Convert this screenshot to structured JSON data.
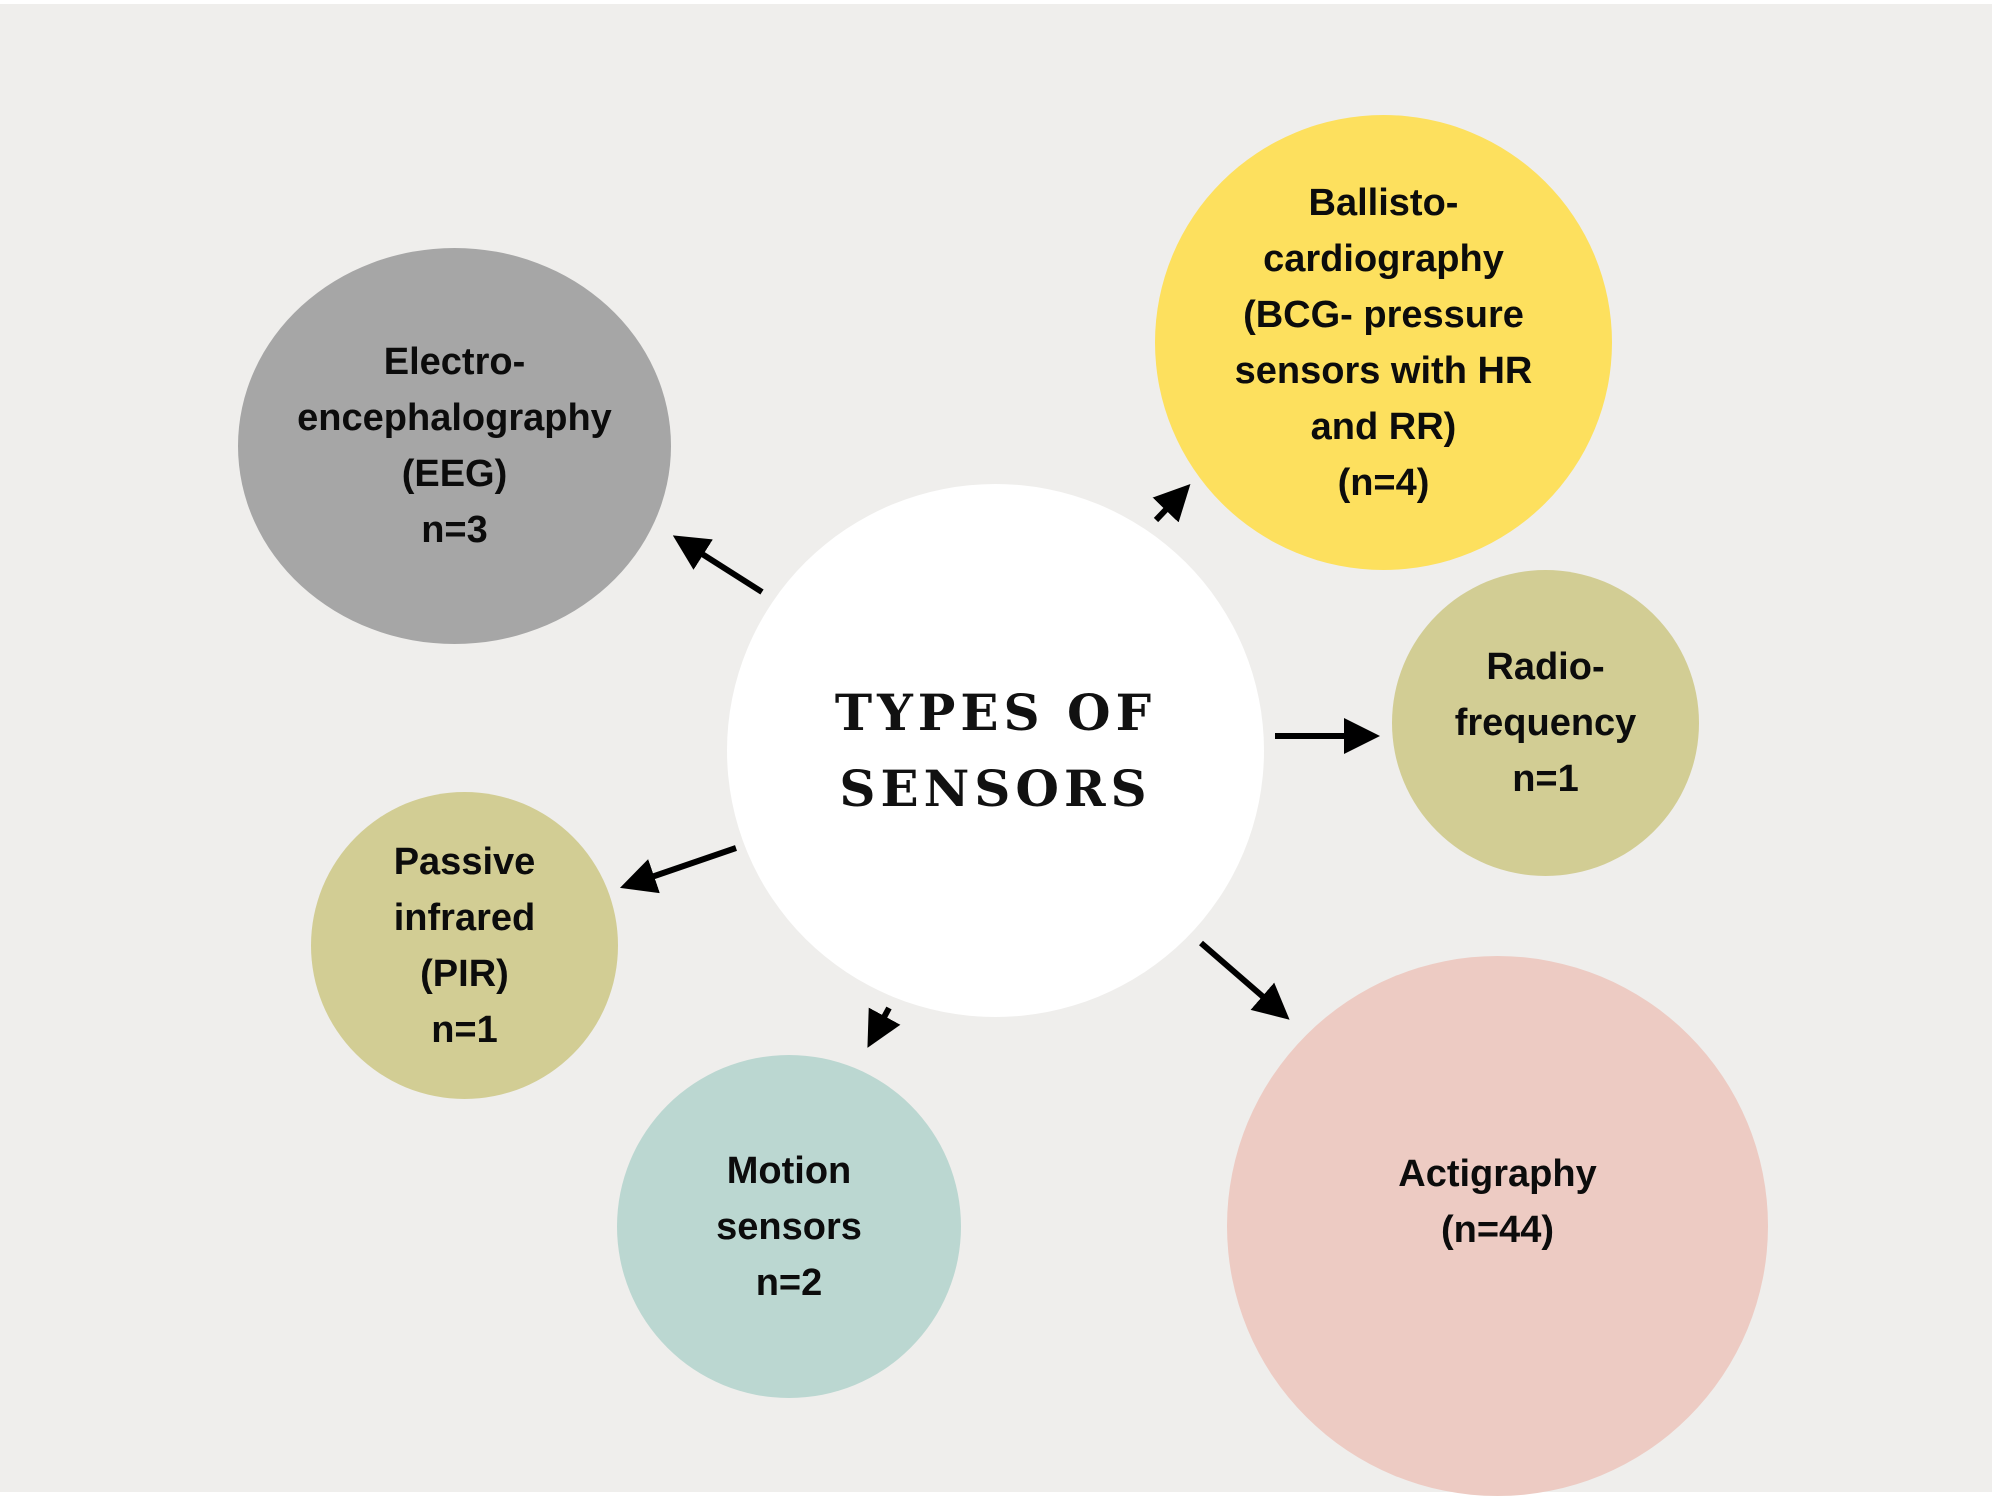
{
  "center": {
    "title": "TYPES OF\nSENSORS",
    "color": "#ffffff"
  },
  "sensors": [
    {
      "id": "eeg",
      "label": "Electro-\nencephalography\n(EEG)\nn=3",
      "count": 3,
      "color": "#a6a6a6"
    },
    {
      "id": "bcg",
      "label": "Ballisto-\ncardiography\n(BCG- pressure\nsensors with HR\nand RR)\n(n=4)",
      "count": 4,
      "color": "#fde05e"
    },
    {
      "id": "radio",
      "label": "Radio-\nfrequency\nn=1",
      "count": 1,
      "color": "#d2cd94"
    },
    {
      "id": "pir",
      "label": "Passive\ninfrared\n(PIR)\nn=1",
      "count": 1,
      "color": "#d2cd94"
    },
    {
      "id": "motion",
      "label": "Motion\nsensors\nn=2",
      "count": 2,
      "color": "#bbd7d1"
    },
    {
      "id": "actigraphy",
      "label": "Actigraphy\n(n=44)",
      "count": 44,
      "color": "#edcbc3"
    }
  ],
  "connections": [
    {
      "from": "center",
      "to": "eeg"
    },
    {
      "from": "center",
      "to": "bcg"
    },
    {
      "from": "center",
      "to": "radio"
    },
    {
      "from": "center",
      "to": "pir"
    },
    {
      "from": "center",
      "to": "motion"
    },
    {
      "from": "center",
      "to": "actigraphy"
    }
  ],
  "colors": {
    "background": "#efeeec",
    "arrow": "#000000",
    "text": "#0c0c0c"
  }
}
